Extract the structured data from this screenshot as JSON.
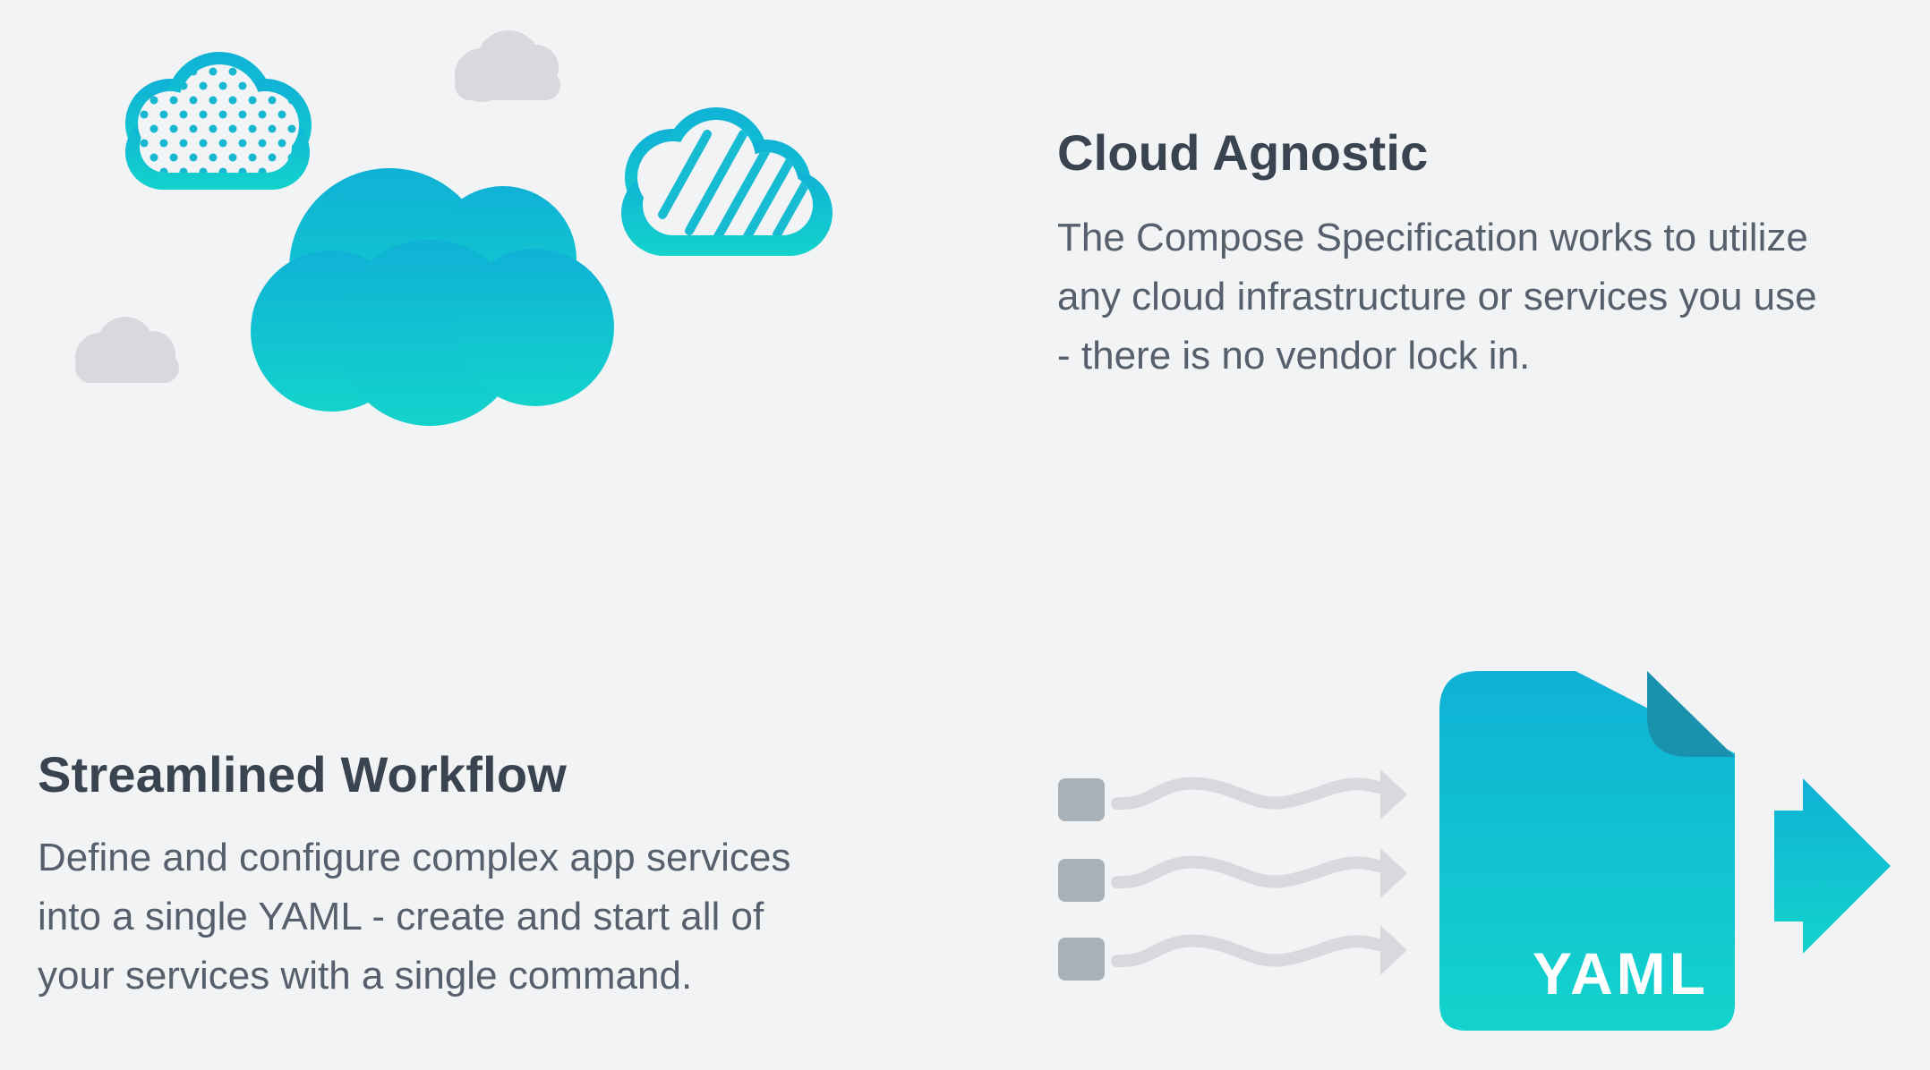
{
  "sections": {
    "cloud_agnostic": {
      "title": "Cloud Agnostic",
      "lines": [
        "The Compose Specification works to utilize",
        "any cloud infrastructure or services you use",
        "- there is no vendor lock in."
      ],
      "icon": "clouds-illustration"
    },
    "streamlined_workflow": {
      "title": "Streamlined Workflow",
      "lines": [
        "Define and configure complex app services",
        "into a single YAML - create and start all of",
        "your services with a single command."
      ],
      "icon": "yaml-workflow-illustration",
      "yaml_label": "YAML"
    }
  },
  "colors": {
    "background": "#f2f3f5",
    "accent_top": "#10b1d6",
    "accent_bottom": "#13d3cc",
    "heading": "#3a4450",
    "body_text": "#56606c",
    "muted_gray": "#d7d9dd",
    "square_gray": "#a8b0b8"
  }
}
